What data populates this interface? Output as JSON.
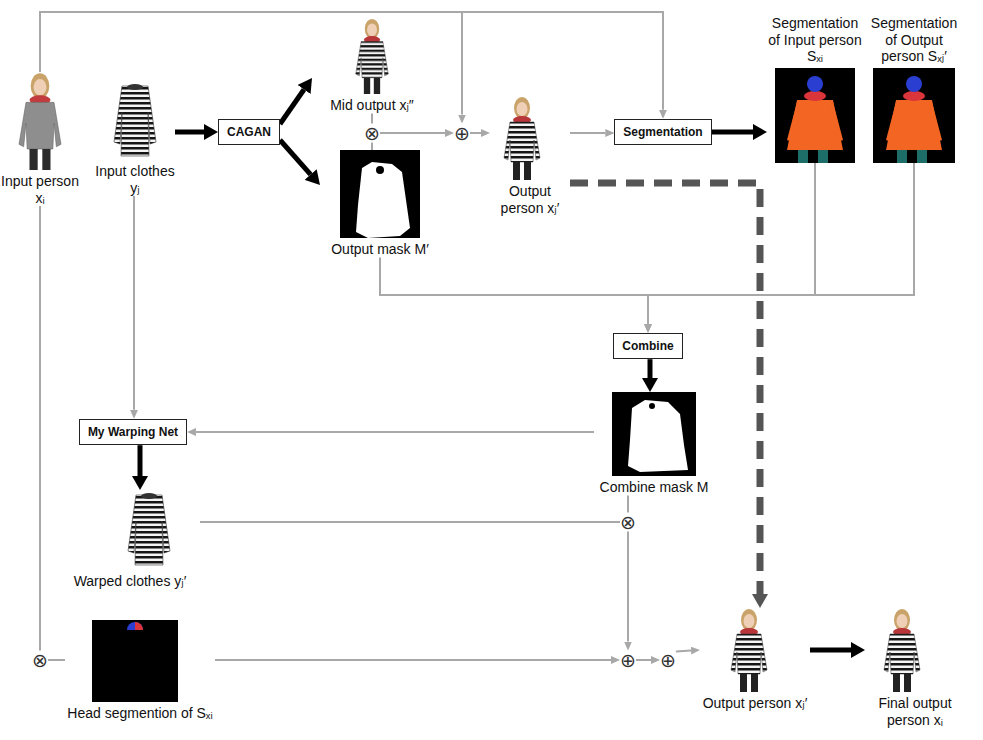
{
  "diagram": {
    "nodes": [
      {
        "text": [
          "Input person xᵢ"
        ]
      },
      {
        "text": [
          "Input clothes yⱼ"
        ]
      },
      {
        "text": [
          "CAGAN"
        ]
      },
      {
        "text": [
          "Mid output xⱼ″"
        ]
      },
      {
        "text": [
          "⊗"
        ]
      },
      {
        "text": [
          "Output mask M′"
        ]
      },
      {
        "text": [
          "⊕"
        ]
      },
      {
        "text": [
          "Output person xⱼ′"
        ]
      },
      {
        "text": [
          "Segmentation"
        ]
      },
      {
        "text": [
          "Segmentation of Input person Sₓᵢ"
        ]
      },
      {
        "text": [
          "Segmentation of Output person Sₓⱼ′"
        ]
      },
      {
        "text": [
          "Combine"
        ]
      },
      {
        "text": [
          "My Warping Net"
        ]
      },
      {
        "text": [
          "Combine mask M"
        ]
      },
      {
        "text": [
          "Warped clothes yⱼ′"
        ]
      },
      {
        "text": [
          "⊗"
        ]
      },
      {
        "text": [
          "⊗"
        ]
      },
      {
        "text": [
          "Head segmention of Sₓᵢ"
        ]
      },
      {
        "text": [
          "⊕"
        ]
      },
      {
        "text": [
          "⊕"
        ]
      },
      {
        "text": [
          "Output person xⱼ′"
        ]
      },
      {
        "text": [
          "Final output person xᵢ"
        ]
      }
    ],
    "edges": [
      {
        "from": 1,
        "to": 2,
        "arrow": "to"
      },
      {
        "from": 2,
        "to": 3,
        "arrow": "to"
      },
      {
        "from": 2,
        "to": 5,
        "arrow": "to"
      },
      {
        "from": 3,
        "to": 4,
        "arrow": "none"
      },
      {
        "from": 5,
        "to": 4,
        "arrow": "none"
      },
      {
        "from": 4,
        "to": 6,
        "arrow": "to"
      },
      {
        "from": 0,
        "to": 6,
        "arrow": "to"
      },
      {
        "from": 6,
        "to": 7,
        "arrow": "to"
      },
      {
        "from": 7,
        "to": 8,
        "arrow": "to"
      },
      {
        "from": 0,
        "to": 8,
        "arrow": "to"
      },
      {
        "from": 8,
        "to": 9,
        "arrow": "to"
      },
      {
        "from": 5,
        "to": 11,
        "arrow": "to"
      },
      {
        "from": 9,
        "to": 11,
        "arrow": "to"
      },
      {
        "from": 10,
        "to": 11,
        "arrow": "to"
      },
      {
        "from": 11,
        "to": 13,
        "arrow": "to"
      },
      {
        "from": 13,
        "to": 12,
        "arrow": "to"
      },
      {
        "from": 1,
        "to": 12,
        "arrow": "to"
      },
      {
        "from": 12,
        "to": 14,
        "arrow": "to"
      },
      {
        "from": 14,
        "to": 15,
        "arrow": "none"
      },
      {
        "from": 13,
        "to": 15,
        "arrow": "none"
      },
      {
        "from": 15,
        "to": 18,
        "arrow": "to"
      },
      {
        "from": 0,
        "to": 16,
        "arrow": "none"
      },
      {
        "from": 16,
        "to": 17,
        "arrow": "none"
      },
      {
        "from": 17,
        "to": 18,
        "arrow": "to"
      },
      {
        "from": 18,
        "to": 19,
        "arrow": "to"
      },
      {
        "from": 19,
        "to": 20,
        "arrow": "to"
      },
      {
        "from": 7,
        "to": 20,
        "arrow": "to"
      },
      {
        "from": 20,
        "to": 21,
        "arrow": "to"
      }
    ]
  }
}
